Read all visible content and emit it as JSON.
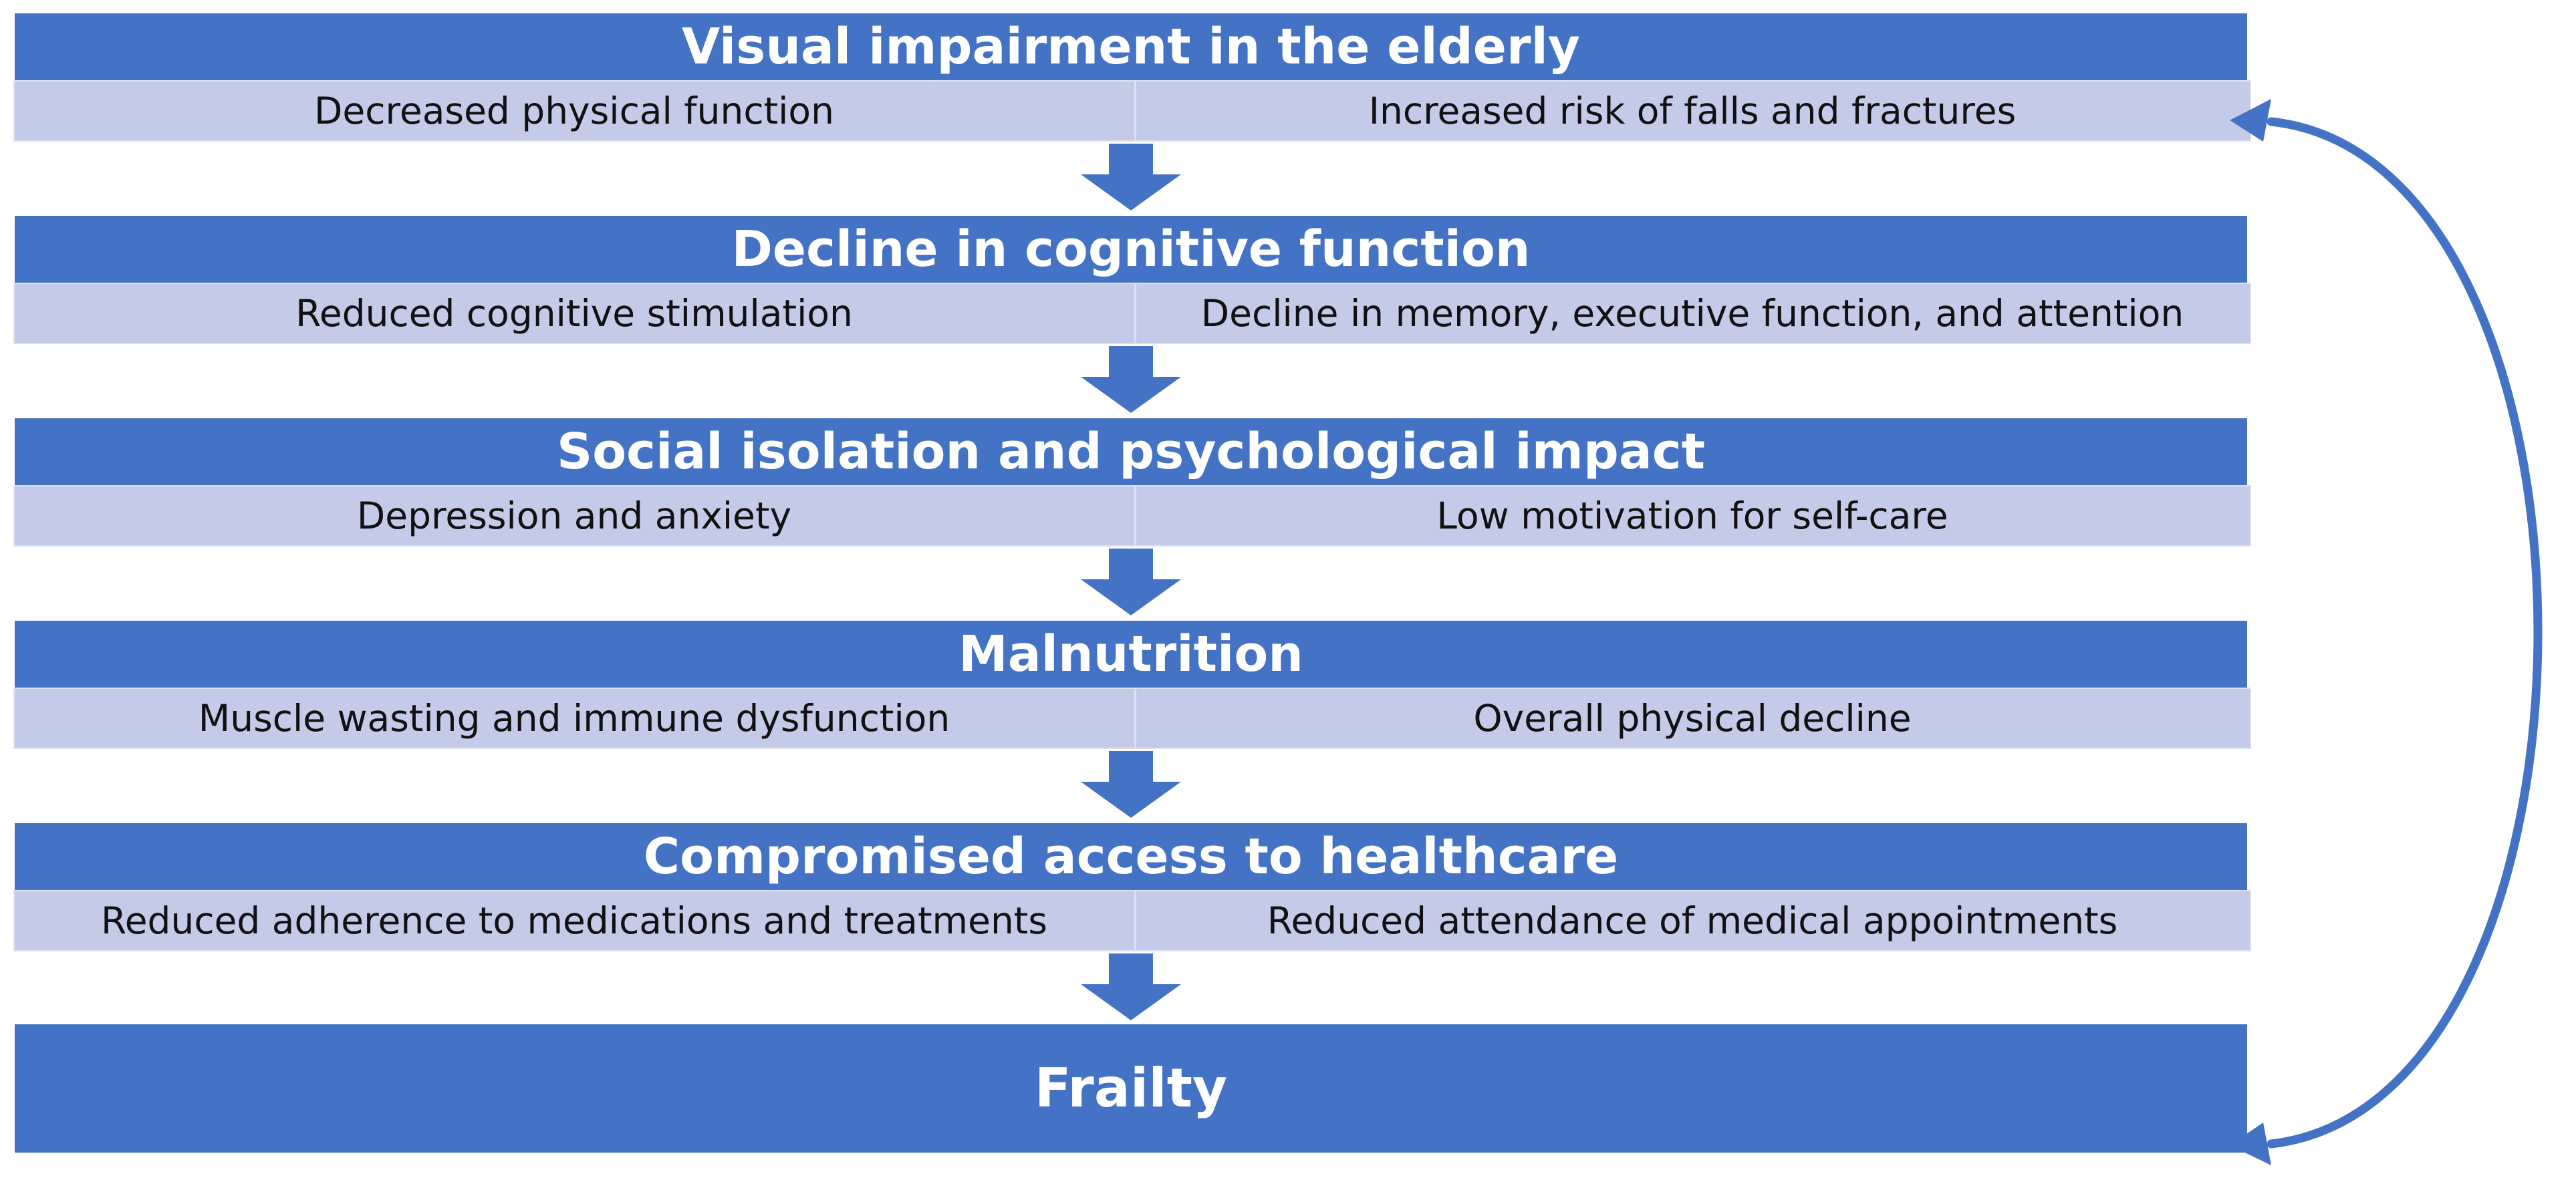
{
  "stages": [
    {
      "title": "Visual impairment in the elderly",
      "left": "Decreased physical function",
      "right": "Increased risk of falls and fractures"
    },
    {
      "title": "Decline in cognitive function",
      "left": "Reduced cognitive stimulation",
      "right": "Decline in memory, executive function, and attention"
    },
    {
      "title": "Social isolation and psychological impact",
      "left": "Depression and anxiety",
      "right": "Low motivation for self-care"
    },
    {
      "title": "Malnutrition",
      "left": "Muscle wasting and immune dysfunction",
      "right": "Overall physical decline"
    },
    {
      "title": "Compromised access to healthcare",
      "left": "Reduced adherence to medications and treatments",
      "right": "Reduced attendance of medical appointments"
    }
  ],
  "outcome": "Frailty",
  "colors": {
    "header_blue": "#4472c4",
    "subrow_lavender": "#c3cbe8",
    "text_dark": "#111111"
  }
}
